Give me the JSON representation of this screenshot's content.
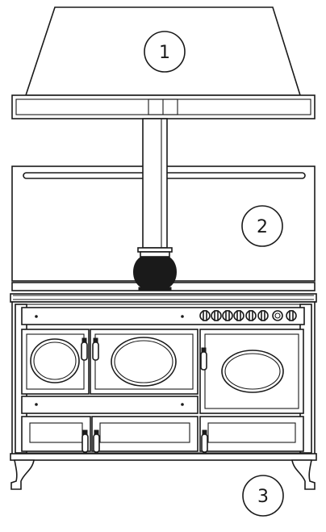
{
  "callouts": [
    {
      "id": "hood",
      "label": "1"
    },
    {
      "id": "backsplash",
      "label": "2"
    },
    {
      "id": "range-cooker",
      "label": "3"
    }
  ],
  "colors": {
    "line": "#1a1a1a",
    "background": "#ffffff"
  }
}
